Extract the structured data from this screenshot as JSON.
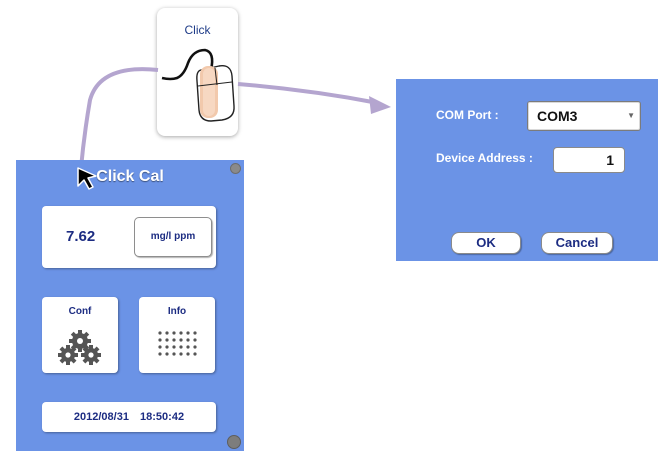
{
  "click_hint": {
    "label": "Click"
  },
  "clickcal": {
    "title": "Click Cal",
    "reading": {
      "value": "7.62",
      "unit_label": "mg/l ppm"
    },
    "tiles": {
      "conf": "Conf",
      "info": "Info"
    },
    "datetime": {
      "date": "2012/08/31",
      "time": "18:50:42"
    }
  },
  "com_dialog": {
    "com_port_label": "COM Port :",
    "com_port_value": "COM3",
    "device_address_label": "Device Address :",
    "device_address_value": "1",
    "ok_label": "OK",
    "cancel_label": "Cancel"
  },
  "colors": {
    "panel_bg": "#6b93e6",
    "text_dark": "#1c2c82",
    "connector": "#b4a5cf"
  }
}
